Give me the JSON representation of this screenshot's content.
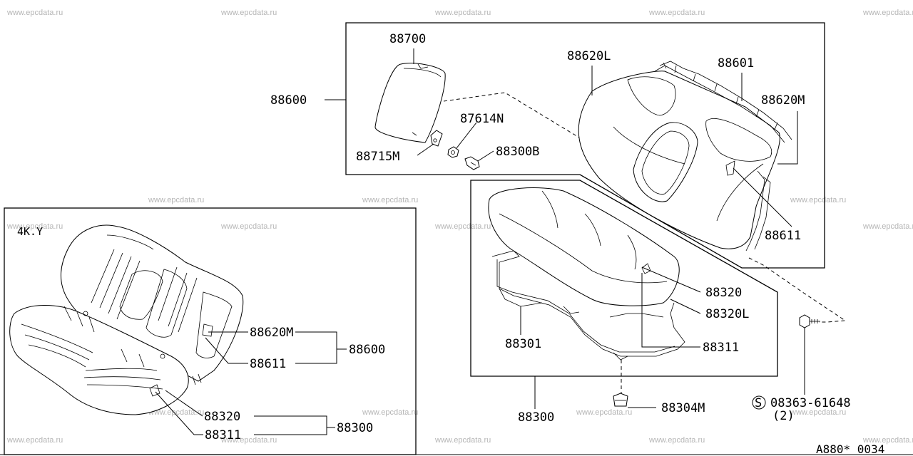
{
  "watermark": "www.epcdata.ru",
  "variant_label": "4K.Y",
  "diagram_code": "A880* 0034",
  "parts": {
    "armrest": "88700",
    "seat_back_assy": "88620L",
    "seat_back_frame": "88601",
    "rear_seat_assy": "88600",
    "bracket": "87614N",
    "seat_back_trim_m": "88620M",
    "armrest_bracket": "88715M",
    "bolt": "88300B",
    "hook": "88611",
    "cushion_trim": "88320",
    "cushion_trim_l": "88320L",
    "cushion_frame": "88301",
    "cushion_pad": "88311",
    "cushion_assy": "88300",
    "clip": "88304M",
    "screw_symbol": "S",
    "screw": "08363-61648",
    "screw_qty": "(2)"
  },
  "inset_parts": {
    "trim_m": "88620M",
    "assy": "88600",
    "hook": "88611",
    "cushion_trim": "88320",
    "cushion_assy": "88300",
    "cushion_pad": "88311"
  }
}
